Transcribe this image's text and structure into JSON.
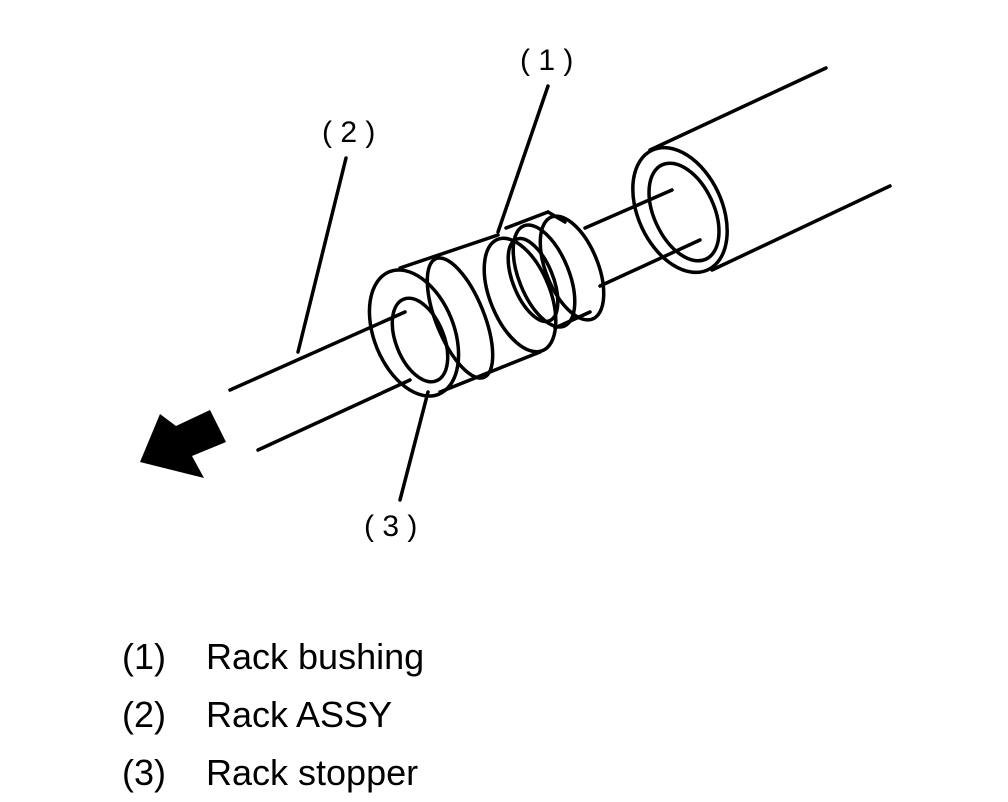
{
  "callouts": {
    "c1": "( 1 )",
    "c2": "( 2 )",
    "c3": "( 3 )"
  },
  "legend": [
    {
      "num": "(1)",
      "label": "Rack bushing"
    },
    {
      "num": "(2)",
      "label": "Rack ASSY"
    },
    {
      "num": "(3)",
      "label": "Rack stopper"
    }
  ]
}
